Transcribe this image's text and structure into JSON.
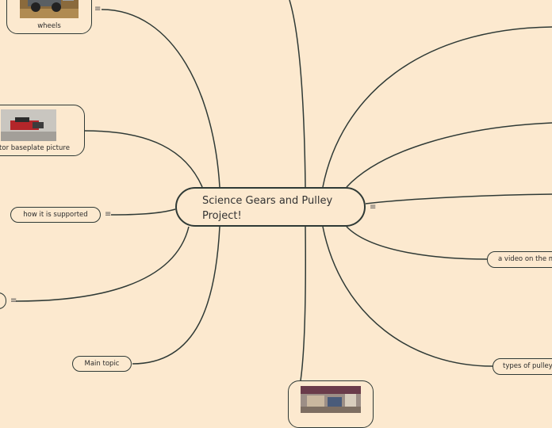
{
  "central": {
    "title": "Science Gears and Pulley Project!"
  },
  "topics": {
    "wheels": "wheels",
    "motor_baseplate": "tor baseplate picture",
    "how_supported": "how it is supported",
    "main_topic": "Main topic",
    "video": "a video on the m",
    "types_pulleys": "types of pulley"
  },
  "icons": {
    "note": "≡",
    "note_icon_name": "notes-icon"
  },
  "colors": {
    "background": "#fce9cf",
    "line": "#2f3a36"
  }
}
